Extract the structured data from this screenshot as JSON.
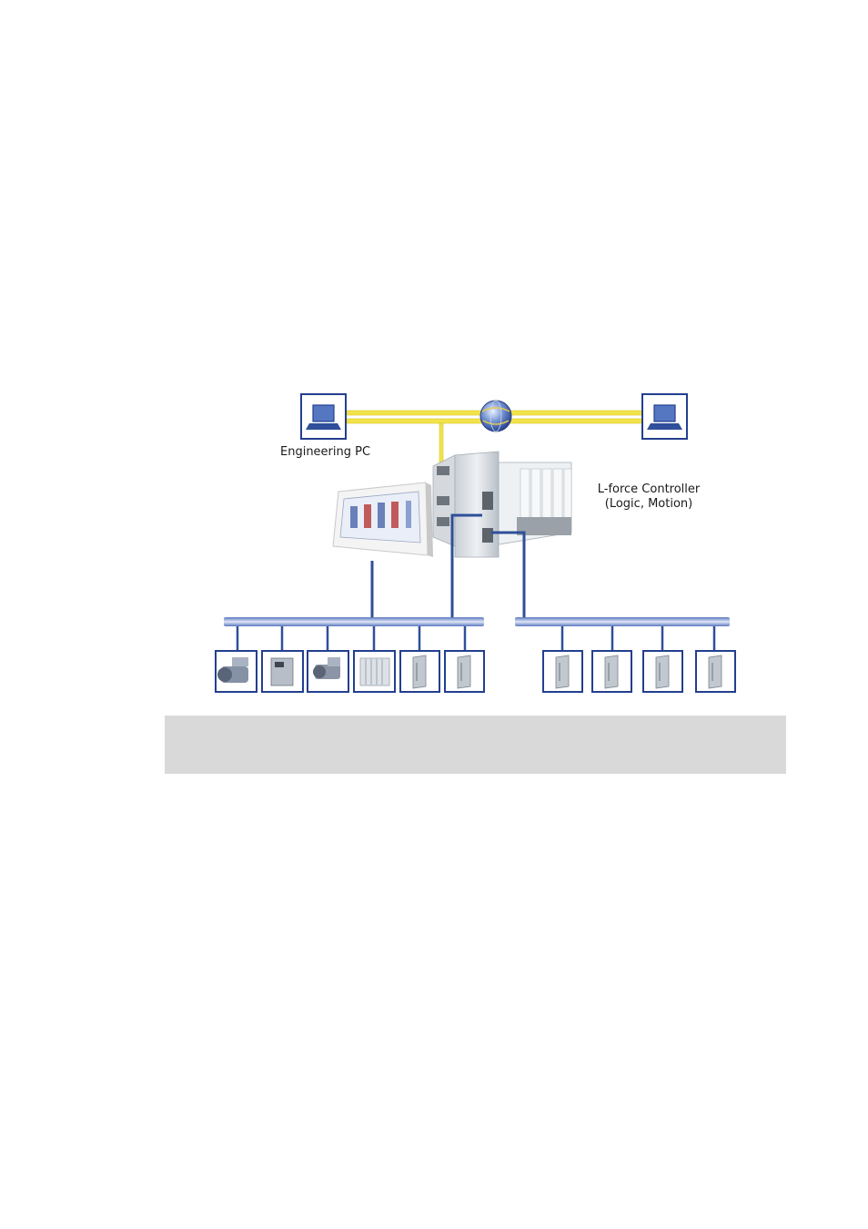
{
  "labels": {
    "engineering_pc": "Engineering PC",
    "controller_line1": "L-force Controller",
    "controller_line2": "(Logic, Motion)"
  },
  "colors": {
    "network_yellow": "#f2e34a",
    "bus_blue": "#2f4f9a",
    "box_border": "#233f8f",
    "caption_bar": "#d9d9d9"
  },
  "icons": {
    "pc_left": "laptop-icon",
    "pc_right": "laptop-icon",
    "internet": "globe-icon",
    "hmi": "touch-panel-icon",
    "controller": "controller-rack-icon"
  },
  "field_devices": {
    "left_bus": [
      "motor-icon",
      "drive-icon",
      "gearmotor-icon",
      "io-module-icon",
      "servo-drive-icon",
      "servo-drive-icon"
    ],
    "right_bus": [
      "servo-drive-icon",
      "servo-drive-icon",
      "servo-drive-icon",
      "servo-drive-icon"
    ]
  }
}
